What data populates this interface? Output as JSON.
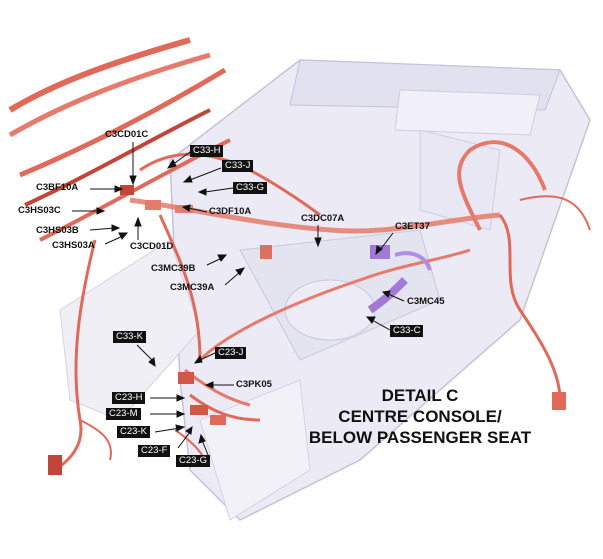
{
  "title": {
    "line1": "DETAIL C",
    "line2": "CENTRE CONSOLE/",
    "line3": "BELOW PASSENGER SEAT"
  },
  "connectors": {
    "c3cd01c": "C3CD01C",
    "c3bf10a": "C3BF10A",
    "c3hs03c": "C3HS03C",
    "c3hs03b": "C3HS03B",
    "c3hs03a": "C3HS03A",
    "c3cd01d": "C3CD01D",
    "c3df10a": "C3DF10A",
    "c3dc07a": "C3DC07A",
    "c3et37": "C3ET37",
    "c3mc39b": "C3MC39B",
    "c3mc39a": "C3MC39A",
    "c3mc45": "C3MC45",
    "c3pk05": "C3PK05"
  },
  "boxed_connectors": {
    "c33h": "C33-H",
    "c33j": "C33-J",
    "c33g": "C33-G",
    "c33k": "C33-K",
    "c33c": "C33-C",
    "c23j": "C23-J",
    "c23h": "C23-H",
    "c23m": "C23-M",
    "c23k": "C23-K",
    "c23f": "C23-F",
    "c23g": "C23-G"
  },
  "colors": {
    "harness": "#e0695a",
    "harness_dark": "#c2453a",
    "console_fill": "#e9e9f4",
    "console_stroke": "#b9b9cf",
    "connector_purple": "#a27ad6",
    "label_box": "#111111"
  }
}
